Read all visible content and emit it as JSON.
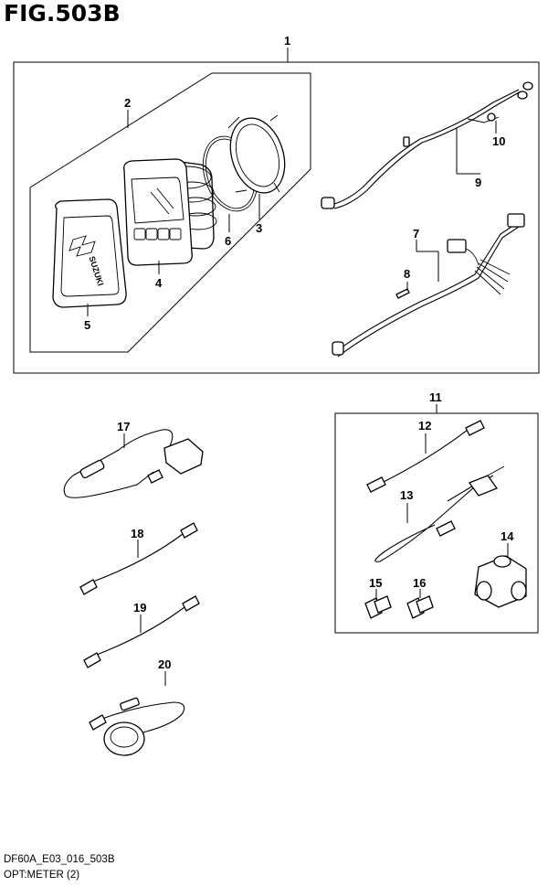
{
  "figure": {
    "title": "FIG.503B",
    "model_code": "DF60A_E03_016_503B",
    "caption": "OPT:METER (2)"
  },
  "parts": [
    {
      "number": "1"
    },
    {
      "number": "2"
    },
    {
      "number": "3"
    },
    {
      "number": "4"
    },
    {
      "number": "5"
    },
    {
      "number": "6"
    },
    {
      "number": "7"
    },
    {
      "number": "8"
    },
    {
      "number": "9"
    },
    {
      "number": "10"
    },
    {
      "number": "11"
    },
    {
      "number": "12"
    },
    {
      "number": "13"
    },
    {
      "number": "14"
    },
    {
      "number": "15"
    },
    {
      "number": "16"
    },
    {
      "number": "17"
    },
    {
      "number": "18"
    },
    {
      "number": "19"
    },
    {
      "number": "20"
    }
  ],
  "logo_text": "SUZUKI"
}
